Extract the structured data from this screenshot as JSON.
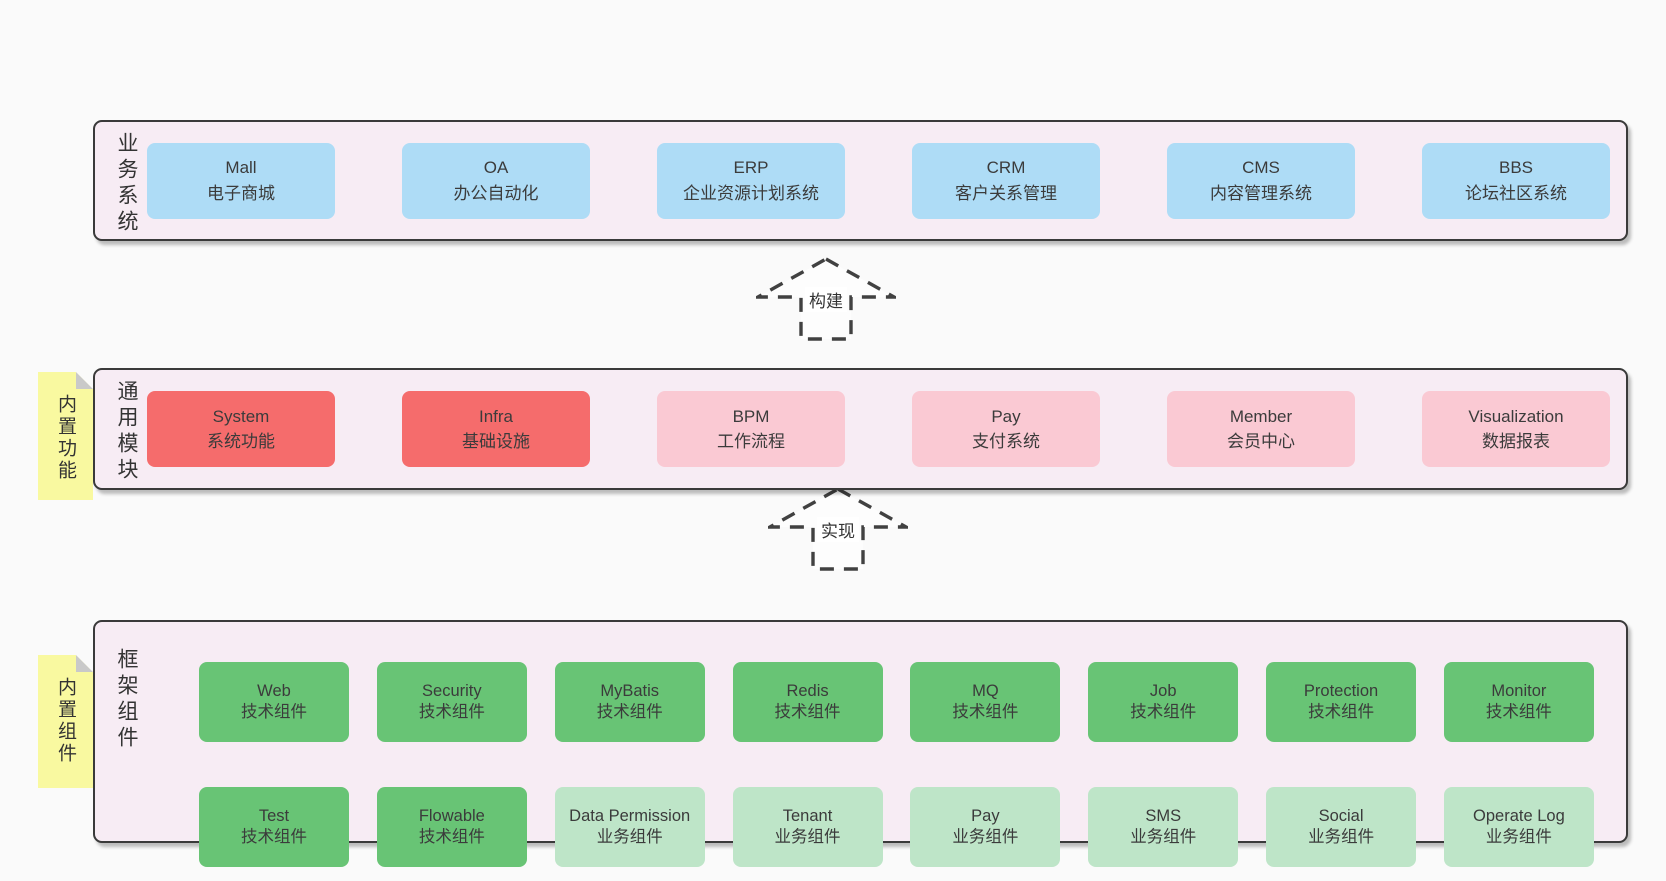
{
  "colors": {
    "blue": "#aedcf6",
    "red": "#f56c6c",
    "pink": "#fac9d3",
    "green": "#68c475",
    "green_light": "#bee5c8",
    "sticky_yellow": "#f9f9a0",
    "panel_background": "#f7ecf4",
    "page_background": "#fafafa"
  },
  "arrows": [
    {
      "label": "构建"
    },
    {
      "label": "实现"
    }
  ],
  "panels": [
    {
      "label": "业务系统",
      "items": [
        {
          "name": "Mall",
          "desc": "电子商城",
          "variant": "blue"
        },
        {
          "name": "OA",
          "desc": "办公自动化",
          "variant": "blue"
        },
        {
          "name": "ERP",
          "desc": "企业资源计划系统",
          "variant": "blue"
        },
        {
          "name": "CRM",
          "desc": "客户关系管理",
          "variant": "blue"
        },
        {
          "name": "CMS",
          "desc": "内容管理系统",
          "variant": "blue"
        },
        {
          "name": "BBS",
          "desc": "论坛社区系统",
          "variant": "blue"
        }
      ]
    },
    {
      "label": "通用模块",
      "sticky": "内置功能",
      "items": [
        {
          "name": "System",
          "desc": "系统功能",
          "variant": "red"
        },
        {
          "name": "Infra",
          "desc": "基础设施",
          "variant": "red"
        },
        {
          "name": "BPM",
          "desc": "工作流程",
          "variant": "pink"
        },
        {
          "name": "Pay",
          "desc": "支付系统",
          "variant": "pink"
        },
        {
          "name": "Member",
          "desc": "会员中心",
          "variant": "pink"
        },
        {
          "name": "Visualization",
          "desc": "数据报表",
          "variant": "pink"
        }
      ]
    },
    {
      "label": "框架组件",
      "sticky": "内置组件",
      "rows": [
        [
          {
            "name": "Web",
            "desc": "技术组件",
            "variant": "green"
          },
          {
            "name": "Security",
            "desc": "技术组件",
            "variant": "green"
          },
          {
            "name": "MyBatis",
            "desc": "技术组件",
            "variant": "green"
          },
          {
            "name": "Redis",
            "desc": "技术组件",
            "variant": "green"
          },
          {
            "name": "MQ",
            "desc": "技术组件",
            "variant": "green"
          },
          {
            "name": "Job",
            "desc": "技术组件",
            "variant": "green"
          },
          {
            "name": "Protection",
            "desc": "技术组件",
            "variant": "green"
          },
          {
            "name": "Monitor",
            "desc": "技术组件",
            "variant": "green"
          }
        ],
        [
          {
            "name": "Test",
            "desc": "技术组件",
            "variant": "green"
          },
          {
            "name": "Flowable",
            "desc": "技术组件",
            "variant": "green"
          },
          {
            "name": "Data Permission",
            "desc": "业务组件",
            "variant": "green_light"
          },
          {
            "name": "Tenant",
            "desc": "业务组件",
            "variant": "green_light"
          },
          {
            "name": "Pay",
            "desc": "业务组件",
            "variant": "green_light"
          },
          {
            "name": "SMS",
            "desc": "业务组件",
            "variant": "green_light"
          },
          {
            "name": "Social",
            "desc": "业务组件",
            "variant": "green_light"
          },
          {
            "name": "Operate Log",
            "desc": "业务组件",
            "variant": "green_light"
          }
        ]
      ]
    }
  ]
}
